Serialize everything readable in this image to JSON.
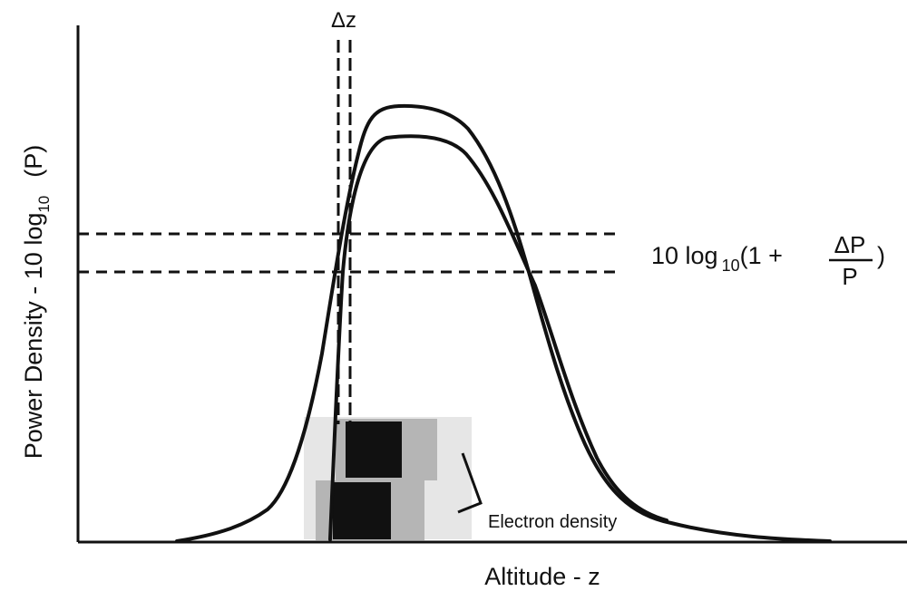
{
  "figure": {
    "y_axis_label": {
      "prefix": "Power Density - 10 log",
      "subscript": "10",
      "suffix": "(P)"
    },
    "x_axis_label": "Altitude -  z",
    "delta_z_label": "Δz",
    "difference_annotation": {
      "prefix": "10  log",
      "subscript": "10",
      "open": "(1 + ",
      "numerator": "ΔP",
      "denominator": "P",
      "close": ")"
    },
    "electron_density_label": "Electron density"
  }
}
